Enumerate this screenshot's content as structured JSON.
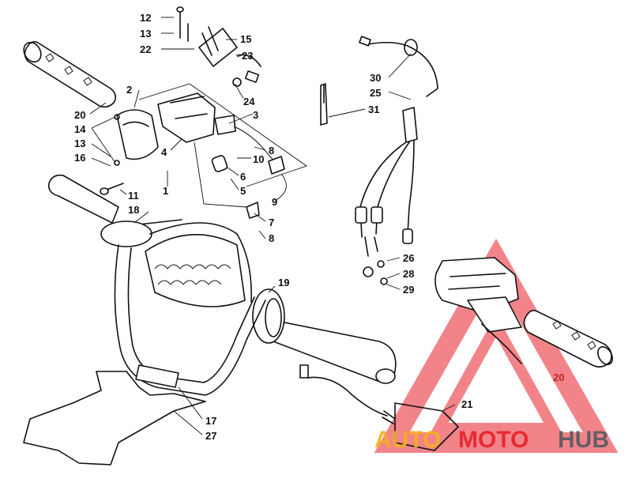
{
  "callouts": {
    "c12": "12",
    "c13a": "13",
    "c22": "22",
    "c15": "15",
    "c23": "23",
    "c24": "24",
    "c2": "2",
    "c20a": "20",
    "c14": "14",
    "c13b": "13",
    "c16": "16",
    "c3": "3",
    "c4": "4",
    "c8a": "8",
    "c10": "10",
    "c6": "6",
    "c1": "1",
    "c5": "5",
    "c9": "9",
    "c11": "11",
    "c18": "18",
    "c7": "7",
    "c8b": "8",
    "c30": "30",
    "c25": "25",
    "c31": "31",
    "c26": "26",
    "c28": "28",
    "c29": "29",
    "c19": "19",
    "c20b": "20",
    "c21": "21",
    "c17": "17",
    "c27": "27"
  },
  "watermark": {
    "part1": "AUTO",
    "part2": "MOTO",
    "part3": "HUB",
    "colors": {
      "red": "#e8202a",
      "yellow": "#f2b01e",
      "gray": "#555a60"
    }
  }
}
